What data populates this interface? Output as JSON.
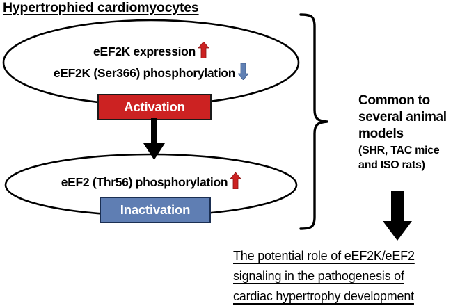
{
  "figure": {
    "title": "Hypertrophied cardiomyocytes"
  },
  "top_ellipse": {
    "line1": "eEF2K expression",
    "line1_arrow": "up-arrow-red-icon",
    "line2": "eEF2K (Ser366) phosphorylation",
    "line2_arrow": "down-arrow-blue-icon"
  },
  "activation": {
    "label": "Activation"
  },
  "bottom_ellipse": {
    "line1": "eEF2 (Thr56) phosphorylation",
    "line1_arrow": "up-arrow-red-icon"
  },
  "inactivation": {
    "label": "Inactivation"
  },
  "right_panel": {
    "main_line1": "Common to",
    "main_line2": "several animal",
    "main_line3": "models",
    "sub_line1": "(SHR, TAC mice",
    "sub_line2": "and ISO rats)"
  },
  "conclusion": {
    "line1": "The potential role of eEF2K/eEF2",
    "line2": "signaling in the pathogenesis of",
    "line3": "cardiac hypertrophy development"
  },
  "colors": {
    "activation_fill": "#cc2222",
    "activation_border": "#1a1a1a",
    "inactivation_fill": "#5f7eb3",
    "inactivation_border": "#1b2f52",
    "up_arrow_red": "#cc2222",
    "down_arrow_blue": "#6080b4",
    "stroke_black": "#000000",
    "background": "#ffffff"
  },
  "icons": {
    "connector_arrow": "arrow-down-black-icon",
    "flow_arrow": "arrow-down-black-thick-icon",
    "brace": "right-curly-brace-icon"
  }
}
